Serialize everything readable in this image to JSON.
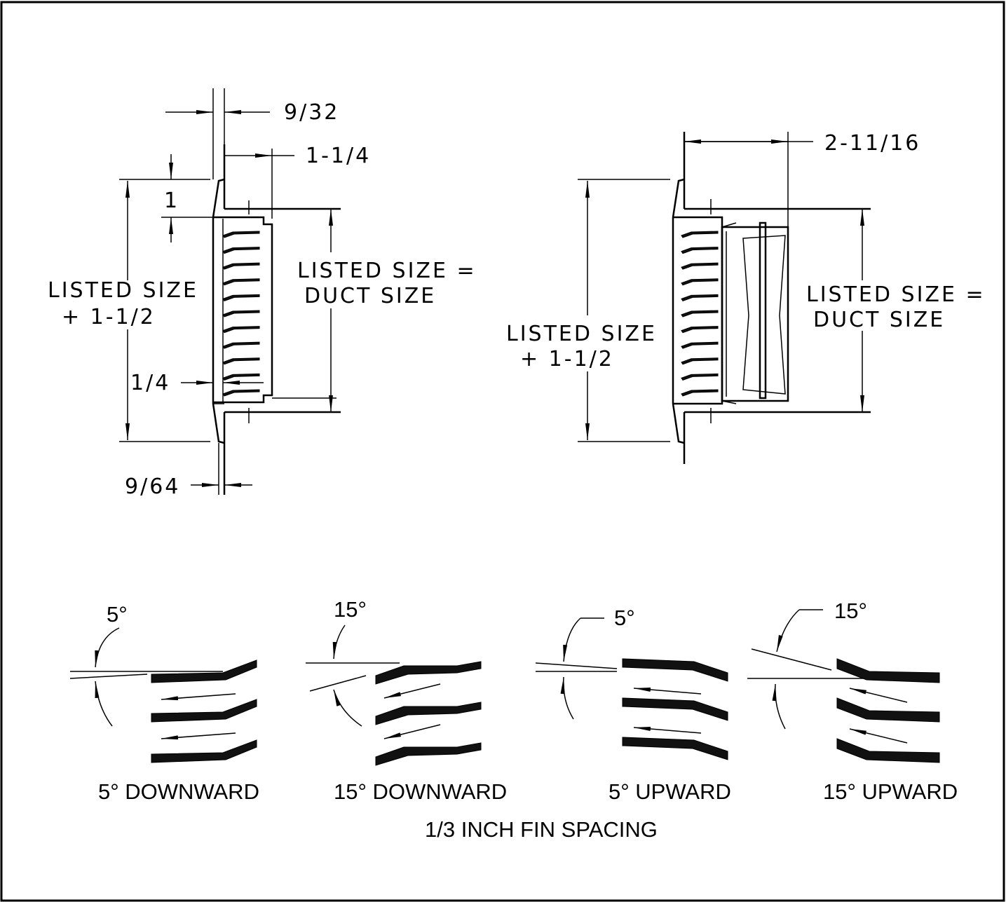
{
  "dimensions": {
    "side_a": {
      "a": "9/32",
      "b": "1-1/4",
      "c": "1",
      "listed_plus_l1": "LISTED SIZE",
      "listed_plus_l2": "+ 1-1/2",
      "listed_eq_l1": "LISTED SIZE =",
      "listed_eq_l2": "DUCT SIZE",
      "d": "1/4",
      "e": "9/64"
    },
    "side_b": {
      "a": "2-11/16",
      "listed_eq_l1": "LISTED SIZE =",
      "listed_eq_l2": "DUCT SIZE",
      "listed_plus_l1": "LISTED SIZE",
      "listed_plus_l2": "+ 1-1/2"
    }
  },
  "deflections": [
    {
      "angle": "5°",
      "caption": "5° DOWNWARD"
    },
    {
      "angle": "15°",
      "caption": "15° DOWNWARD"
    },
    {
      "angle": "5°",
      "caption": "5° UPWARD"
    },
    {
      "angle": "15°",
      "caption": "15° UPWARD"
    }
  ],
  "footer": "1/3 INCH FIN SPACING"
}
